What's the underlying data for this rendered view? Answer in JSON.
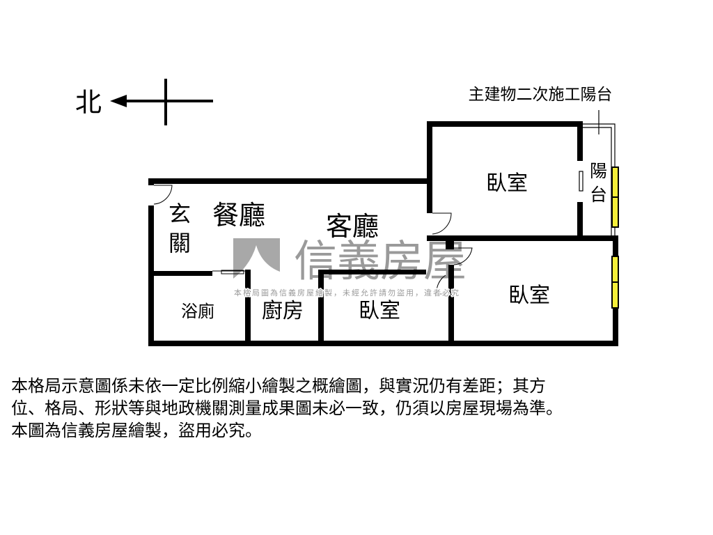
{
  "compass": {
    "north_label": "北"
  },
  "annotation": {
    "balcony_addon": "主建物二次施工陽台"
  },
  "rooms": {
    "entrance_1": "玄",
    "entrance_2": "關",
    "dining": "餐廳",
    "living": "客廳",
    "bathroom": "浴廁",
    "kitchen": "廚房",
    "bedroom_small": "臥室",
    "bedroom_top": "臥室",
    "bedroom_right": "臥室",
    "balcony_1": "陽",
    "balcony_2": "台"
  },
  "watermark": {
    "brand": "信義房屋",
    "notice": "本格局圖為信義房屋繪製，未經允許請勿盜用，違者必究"
  },
  "colors": {
    "wall": "#000000",
    "window": "#f5ef3a",
    "watermark": "#9a9a9a"
  },
  "disclaimer": {
    "line1": "本格局示意圖係未依一定比例縮小繪製之概繪圖，與實況仍有差距；其方",
    "line2": "位、格局、形狀等與地政機關測量成果圖未必一致，仍須以房屋現場為準。",
    "line3": "本圖為信義房屋繪製，盜用必究。"
  }
}
